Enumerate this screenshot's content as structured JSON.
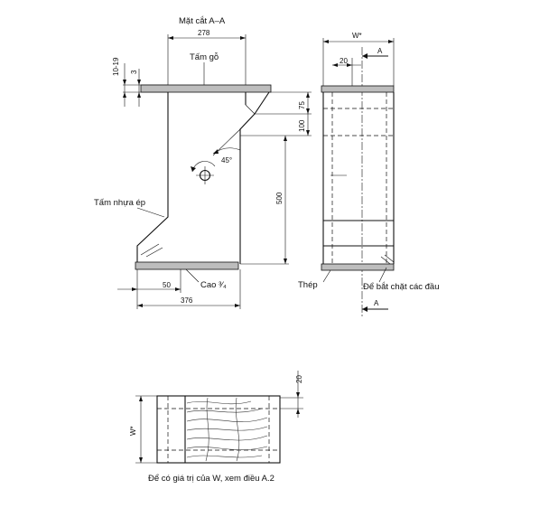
{
  "labels": {
    "section": "Mặt cắt A–A",
    "wood_plate": "Tấm gỗ",
    "plywood": "Tấm nhựa ép",
    "height": "Cao ³⁄₄",
    "steel": "Thép",
    "clamp_note": "Để bắt chặt các đầu",
    "footnote": "Để có giá trị của W, xem điều A.2",
    "section_marker_top": "A",
    "section_marker_bottom": "A"
  },
  "dimensions": {
    "d278": "278",
    "d10_19": "10-19",
    "d3": "3",
    "d75": "75",
    "d100": "100",
    "d500": "500",
    "angle": "45°",
    "d50": "50",
    "d376": "376",
    "w_top": "W*",
    "d20": "20",
    "d20_bottom": "20",
    "w_side": "W*"
  },
  "colors": {
    "line": "#111111",
    "hatch": "#bdbdbd",
    "background": "#ffffff"
  }
}
